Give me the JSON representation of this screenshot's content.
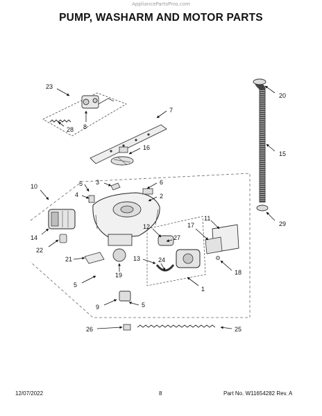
{
  "watermark": "AppliancePartsPros.com",
  "title": "PUMP, WASHARM AND MOTOR PARTS",
  "labels": {
    "l1": "1",
    "l2": "2",
    "l3": "3",
    "l4": "4",
    "l5a": "5",
    "l5b": "5",
    "l5c": "5",
    "l6": "6",
    "l7": "7",
    "l8": "8",
    "l9": "9",
    "l10": "10",
    "l11": "11",
    "l12": "12",
    "l13": "13",
    "l14": "14",
    "l15": "15",
    "l16": "16",
    "l17": "17",
    "l18": "18",
    "l19": "19",
    "l20": "20",
    "l21": "21",
    "l22": "22",
    "l23": "23",
    "l24": "24",
    "l25": "25",
    "l26": "26",
    "l27": "27",
    "l28": "28",
    "l29": "29"
  },
  "footer": {
    "date": "12/07/2022",
    "page": "8",
    "part": "Part No. W11654282  Rev. A"
  }
}
